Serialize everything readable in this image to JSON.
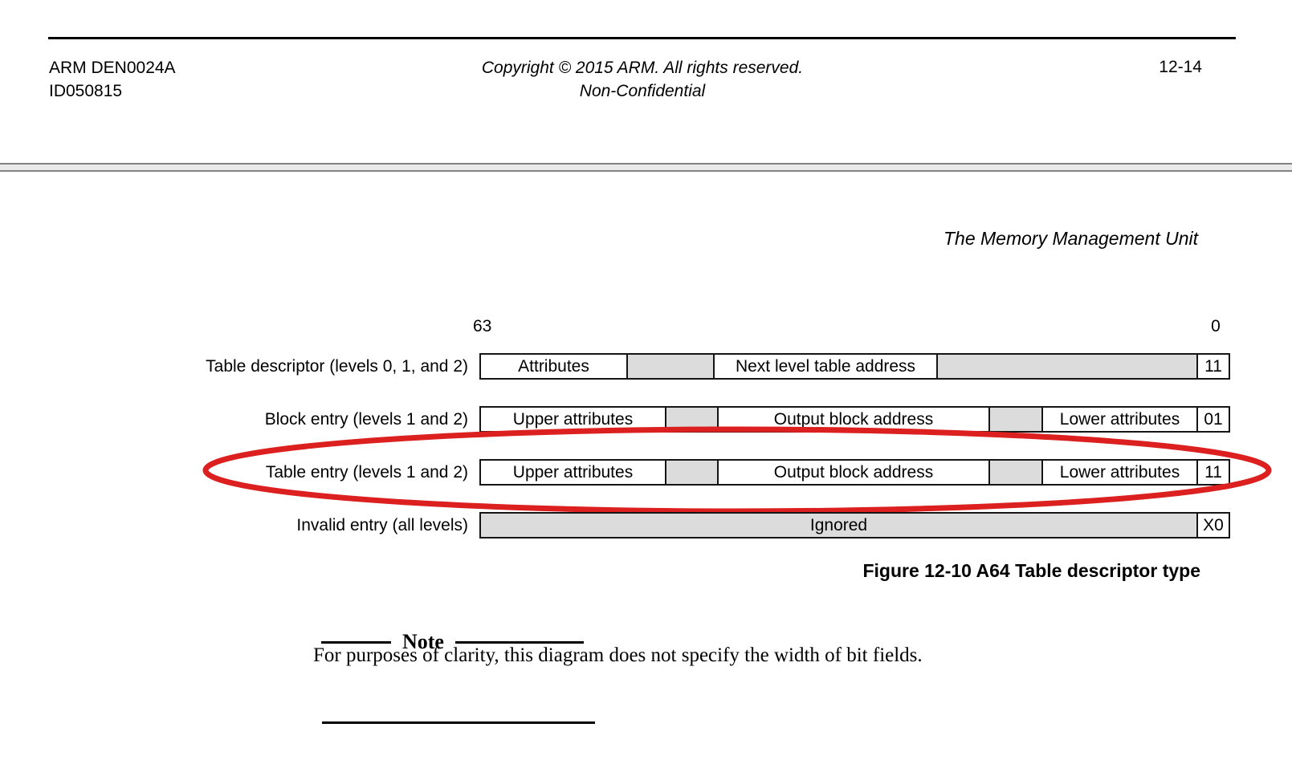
{
  "header": {
    "doc_id": "ARM DEN0024A",
    "id_code": "ID050815",
    "copyright": "Copyright © 2015 ARM. All rights reserved.",
    "confidentiality": "Non-Confidential",
    "page_number": "12-14"
  },
  "section_title": "The Memory Management Unit",
  "diagram": {
    "bit_high_label": "63",
    "bit_low_label": "0",
    "rows": [
      {
        "label": "Table descriptor (levels 0, 1, and 2)",
        "cells": [
          "Attributes",
          "",
          "Next level table address",
          "",
          "11"
        ]
      },
      {
        "label": "Block entry (levels 1 and 2)",
        "cells": [
          "Upper attributes",
          "",
          "Output block address",
          "",
          "Lower attributes",
          "01"
        ]
      },
      {
        "label": "Table entry (levels 1 and 2)",
        "cells": [
          "Upper attributes",
          "",
          "Output block address",
          "",
          "Lower attributes",
          "11"
        ],
        "highlighted": true
      },
      {
        "label": "Invalid entry (all levels)",
        "cells": [
          "Ignored",
          "X0"
        ]
      }
    ],
    "highlight_color": "#dc1f1f",
    "reserved_fill_color": "#dcdcdc"
  },
  "figure_caption": "Figure 12-10 A64 Table descriptor type",
  "note": {
    "title": "Note",
    "body": "For purposes of clarity, this diagram does not specify the width of bit fields."
  }
}
